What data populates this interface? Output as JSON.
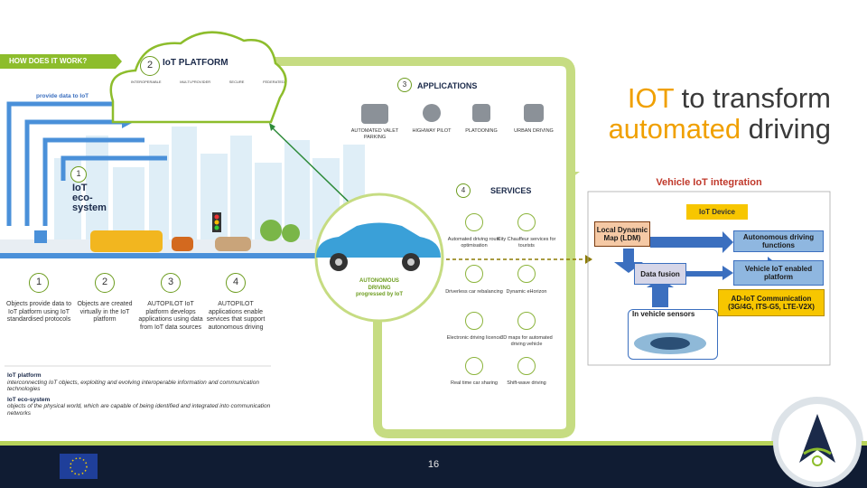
{
  "title": {
    "part1_orange": "IOT",
    "part1_rest": " to transform",
    "part2_orange": "automated",
    "part2_rest": " driving"
  },
  "how_it_works": "HOW DOES IT WORK?",
  "provide_data": "provide data to IoT",
  "iot_platform": {
    "number": "2",
    "label": "IoT PLATFORM",
    "sub": [
      "INTEROPERABLE",
      "MULTI-PROVIDER",
      "SECURE",
      "FEDERATED"
    ]
  },
  "iot_ecosystem": {
    "number": "1",
    "label_lines": [
      "IoT",
      "eco-",
      "system"
    ]
  },
  "applications": {
    "number": "3",
    "label": "APPLICATIONS",
    "items": [
      "AUTOMATED VALET PARKING",
      "HIGHWAY PILOT",
      "PLATOONING",
      "URBAN DRIVING"
    ]
  },
  "services": {
    "number": "4",
    "label": "SERVICES",
    "items": [
      "Automated driving route optimisation",
      "City Chauffeur services for tourists",
      "Driverless car rebalancing",
      "Dynamic eHorizon",
      "Electronic driving licence",
      "3D maps for automated driving vehicle",
      "Real time car sharing",
      "Shift-wave driving"
    ]
  },
  "autonomous_driving": [
    "AUTONOMOUS",
    "DRIVING",
    "progressed by IoT"
  ],
  "steps": [
    {
      "num": "1",
      "text": "Objects provide data to IoT platform using IoT standardised protocols"
    },
    {
      "num": "2",
      "text": "Objects are created virtually in the IoT platform"
    },
    {
      "num": "3",
      "text": "AUTOPILOT IoT platform develops applications using data from IoT data sources"
    },
    {
      "num": "4",
      "text": "AUTOPILOT applications enable services that support autonomous driving"
    }
  ],
  "definitions": [
    {
      "term": "IoT platform",
      "text": "interconnecting IoT objects, exploiting and evolving interoperable information and communication technologies"
    },
    {
      "term": "IoT eco-system",
      "text": "objects of the physical world, which are capable of being identified and integrated into communication networks"
    }
  ],
  "vehicle": {
    "heading": "Vehicle IoT integration",
    "iot_device": "IoT Device",
    "ldm": "Local Dynamic Map (LDM)",
    "autonomous_functions": "Autonomous driving functions",
    "data_fusion": "Data fusion",
    "enabled_platform": "Vehicle IoT enabled platform",
    "comm_title": "AD-IoT Communication",
    "comm_sub": "(3G/4G, ITS-G5, LTE-V2X)",
    "sensors": "In vehicle sensors"
  },
  "page_number": "16",
  "colors": {
    "accent_green": "#b7d35a",
    "orange": "#f0a000",
    "footer": "#101c33",
    "blue": "#4a90d9"
  }
}
